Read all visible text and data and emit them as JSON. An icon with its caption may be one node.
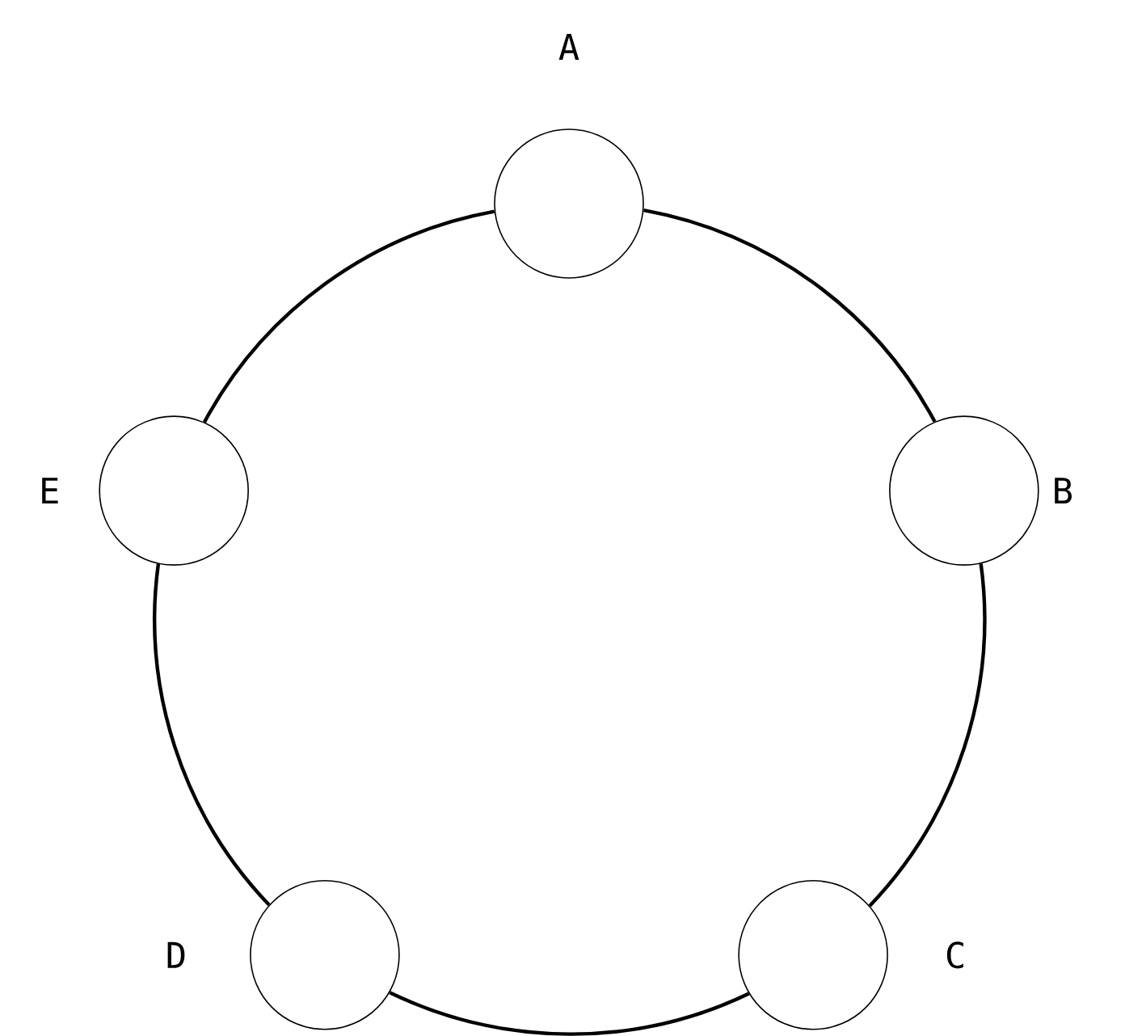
{
  "diagram": {
    "nodes": [
      {
        "text": [],
        "shape": "circle",
        "beside": [
          "A"
        ]
      },
      {
        "text": [],
        "shape": "circle",
        "beside": [
          "B"
        ]
      },
      {
        "text": [],
        "shape": "circle",
        "beside": [
          "C"
        ]
      },
      {
        "text": [],
        "shape": "circle",
        "beside": [
          "D"
        ]
      },
      {
        "text": [],
        "shape": "circle",
        "beside": [
          "E"
        ]
      }
    ],
    "edges": [
      {
        "from": 0,
        "to": 1,
        "arrow": "none"
      },
      {
        "from": 1,
        "to": 2,
        "arrow": "none"
      },
      {
        "from": 2,
        "to": 3,
        "arrow": "none"
      },
      {
        "from": 3,
        "to": 4,
        "arrow": "none"
      },
      {
        "from": 4,
        "to": 0,
        "arrow": "none"
      }
    ]
  }
}
